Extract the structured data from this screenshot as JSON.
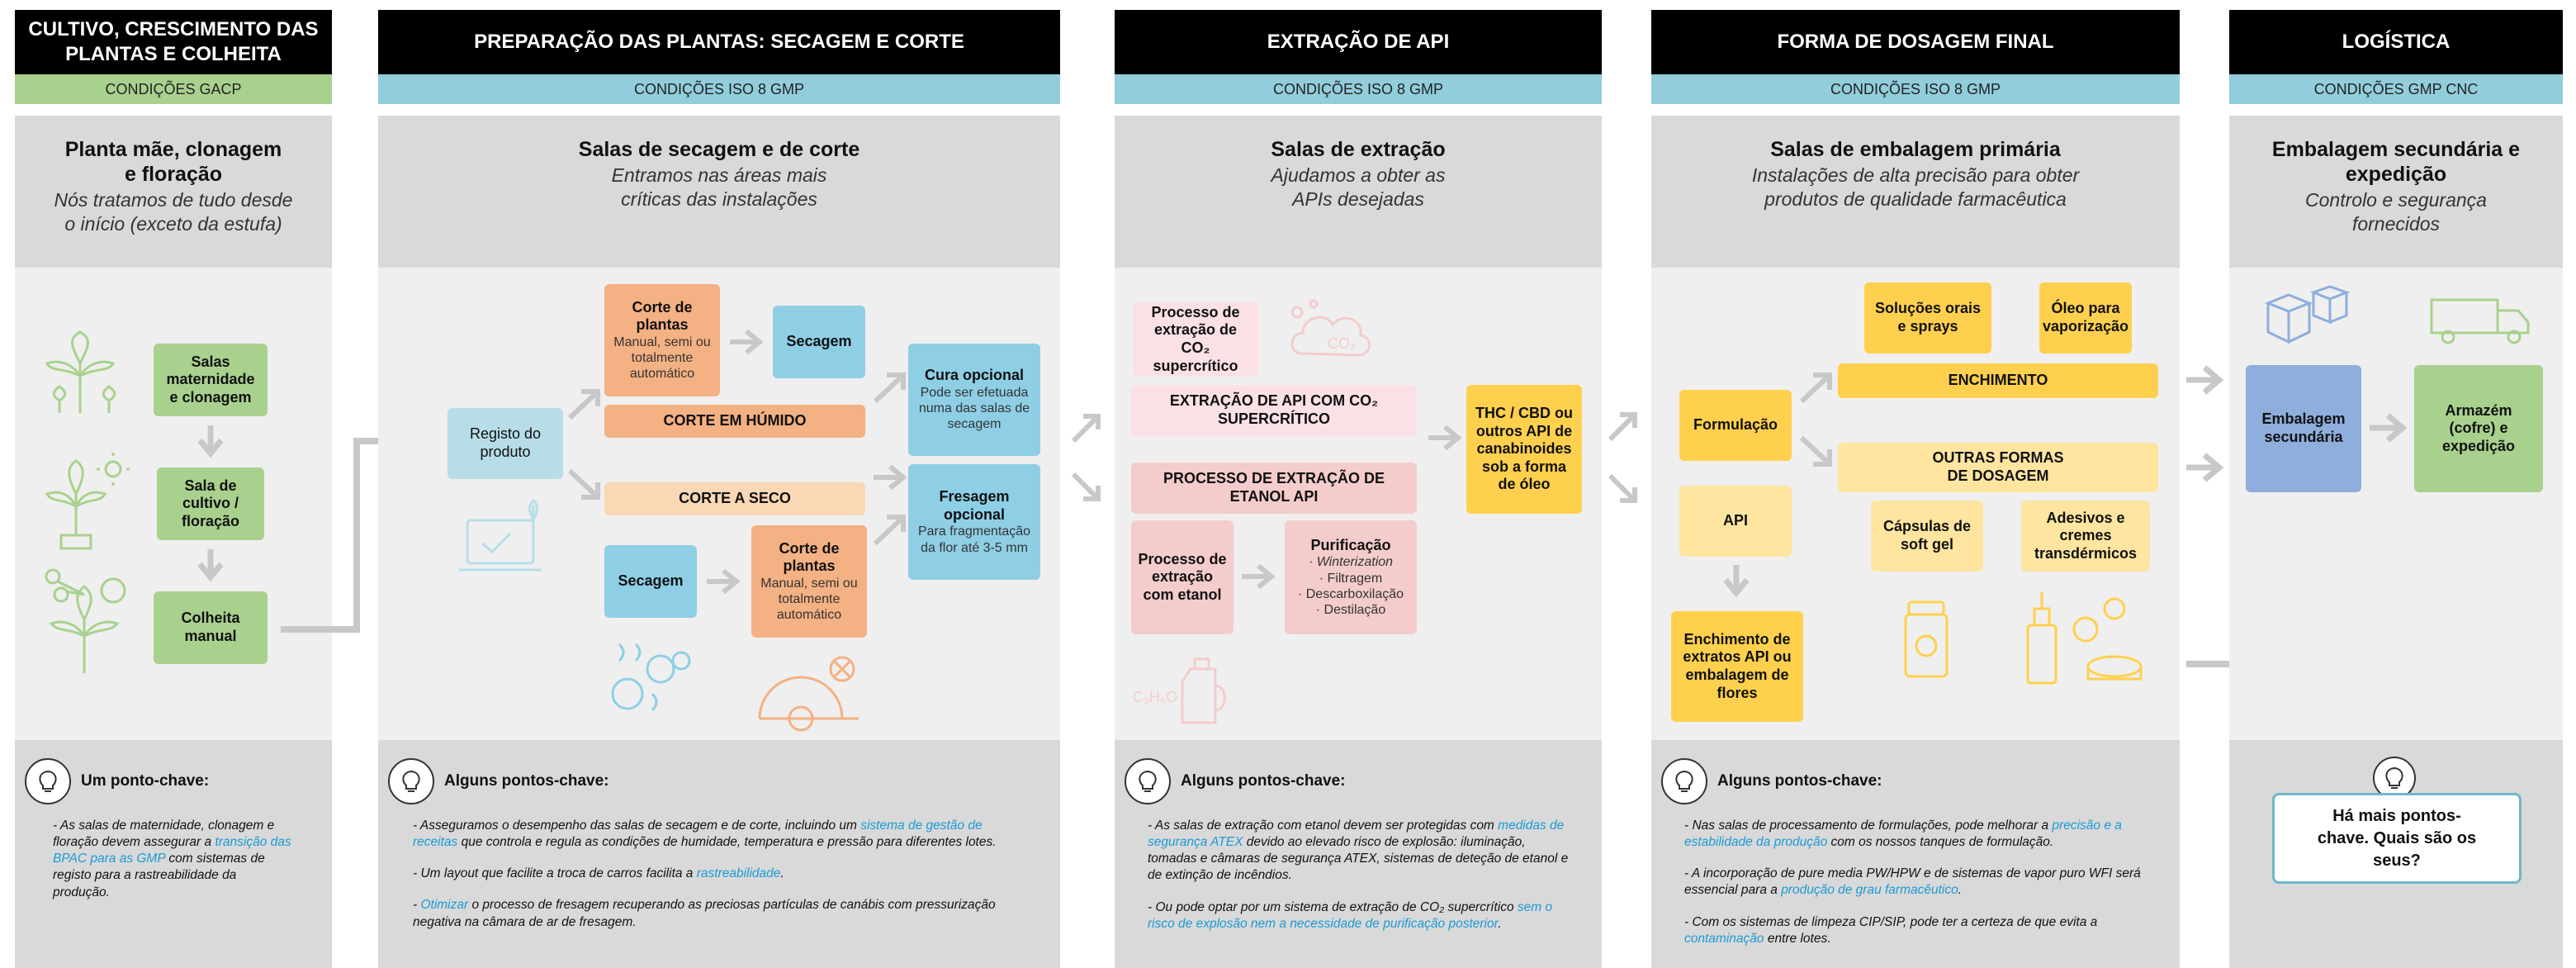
{
  "columns": [
    {
      "header": "CULTIVO, CRESCIMENTO DAS PLANTAS E COLHEITA",
      "condition": "CONDIÇÕES GACP",
      "title": "Planta mãe, clonagem e floração",
      "subtitle": "Nós tratamos de tudo desde o início (exceto da estufa)",
      "key_heading": "Um ponto-chave:",
      "boxes": [
        "Salas maternidade e clonagem",
        "Sala de cultivo / floração",
        "Colheita manual"
      ]
    },
    {
      "header": "PREPARAÇÃO DAS PLANTAS: SECAGEM E CORTE",
      "condition": "CONDIÇÕES ISO 8 GMP",
      "title": "Salas de secagem e de corte",
      "subtitle": "Entramos nas áreas mais críticas das instalações",
      "key_heading": "Alguns pontos-chave:",
      "boxes": {
        "registo": "Registo do produto",
        "corte1_title": "Corte de plantas",
        "corte1_sub": "Manual, semi ou totalmente automático",
        "secagem1": "Secagem",
        "humido": "CORTE EM HÚMIDO",
        "seco": "CORTE A SECO",
        "secagem2": "Secagem",
        "corte2_title": "Corte de plantas",
        "corte2_sub": "Manual, semi ou totalmente automático",
        "cura_title": "Cura opcional",
        "cura_sub": "Pode ser efetuada numa das salas de secagem",
        "fresagem_title": "Fresagem opcional",
        "fresagem_sub": "Para fragmentação da flor até 3-5 mm"
      }
    },
    {
      "header": "EXTRAÇÃO DE API",
      "condition": "CONDIÇÕES ISO 8 GMP",
      "title": "Salas de extração",
      "subtitle": "Ajudamos a obter as APIs desejadas",
      "key_heading": "Alguns pontos-chave:",
      "co2_label": "CO₂",
      "c2h6o_label": "C₂H₆O",
      "boxes": {
        "processo_co2": "Processo de extração de CO₂ supercrítico",
        "extracao_co2": "EXTRAÇÃO DE API COM CO₂ SUPERCRÍTICO",
        "etanol_api": "PROCESSO DE EXTRAÇÃO DE ETANOL API",
        "processo_etanol": "Processo de extração com etanol",
        "purificacao_title": "Purificação",
        "purificacao_items": [
          "· Winterization",
          "· Filtragem",
          "· Descarboxilação",
          "· Destilação"
        ],
        "thc": "THC / CBD ou outros API de canabinoides sob a forma de óleo"
      }
    },
    {
      "header": "FORMA DE DOSAGEM FINAL",
      "condition": "CONDIÇÕES ISO 8 GMP",
      "title": "Salas de embalagem primária",
      "subtitle": "Instalações de alta precisão para obter produtos de qualidade farmacêutica",
      "key_heading": "Alguns pontos-chave:",
      "boxes": {
        "formulacao": "Formulação",
        "api": "API",
        "enchimento_extratos": "Enchimento de extratos API ou embalagem de flores",
        "solucoes": "Soluções orais e sprays",
        "oleo": "Óleo para vaporização",
        "enchimento": "ENCHIMENTO",
        "outras": "OUTRAS FORMAS DE DOSAGEM",
        "capsulas": "Cápsulas de soft gel",
        "adesivos": "Adesivos e cremes transdérmicos"
      }
    },
    {
      "header": "LOGÍSTICA",
      "condition": "CONDIÇÕES GMP CNC",
      "title": "Embalagem secundária e expedição",
      "subtitle": "Controlo e segurança fornecidos",
      "question": "Há mais pontos-chave. Quais são os seus?",
      "boxes": {
        "embalagem": "Embalagem secundária",
        "armazem": "Armazém (cofre) e expedição"
      }
    }
  ],
  "keypoints": {
    "col1": [
      {
        "parts": [
          "- As salas de maternidade, clonagem e floração devem assegurar a ",
          "transição das BPAC para as GMP",
          " com sistemas de registo para a rastreabilidade da produção."
        ]
      }
    ],
    "col2": [
      {
        "parts": [
          "- Asseguramos o desempenho das salas de secagem e de corte, incluindo um ",
          "sistema de gestão de receitas",
          " que controla e regula as condições de humidade, temperatura e pressão para diferentes lotes."
        ]
      },
      {
        "parts": [
          "- Um layout que facilite a troca de carros facilita a ",
          "rastreabilidade",
          "."
        ]
      },
      {
        "parts": [
          "- ",
          "Otimizar",
          " o processo de fresagem recuperando as preciosas partículas de canábis com pressurização negativa na câmara de ar de fresagem."
        ]
      }
    ],
    "col3": [
      {
        "parts": [
          "- As salas de extração com etanol devem ser protegidas com ",
          "medidas de segurança ATEX",
          " devido ao elevado risco de explosão: iluminação, tomadas e câmaras de segurança ATEX, sistemas de deteção de etanol e de extinção de incêndios."
        ]
      },
      {
        "parts": [
          "- Ou pode optar por um sistema de extração de CO₂ supercrítico ",
          "sem o risco de explosão nem a necessidade de purificação posterior",
          "."
        ]
      }
    ],
    "col4": [
      {
        "parts": [
          "- Nas salas de processamento de formulações, pode melhorar a ",
          "precisão e a estabilidade da produção",
          " com os nossos tanques de formulação."
        ]
      },
      {
        "parts": [
          "- A incorporação de pure media PW/HPW e de sistemas de vapor puro WFI será essencial para a ",
          "produção de grau farmacêutico",
          "."
        ]
      },
      {
        "parts": [
          "- Com os sistemas de limpeza CIP/SIP, pode ter a certeza de que evita a ",
          "contaminação",
          " entre lotes."
        ]
      }
    ]
  },
  "colors": {
    "header_bg": "#000000",
    "gacp_green": "#a9d18e",
    "iso_blue": "#92cddc",
    "highlight_blue": "#1a9ad6",
    "arrow_grey": "#c8c8c8"
  }
}
